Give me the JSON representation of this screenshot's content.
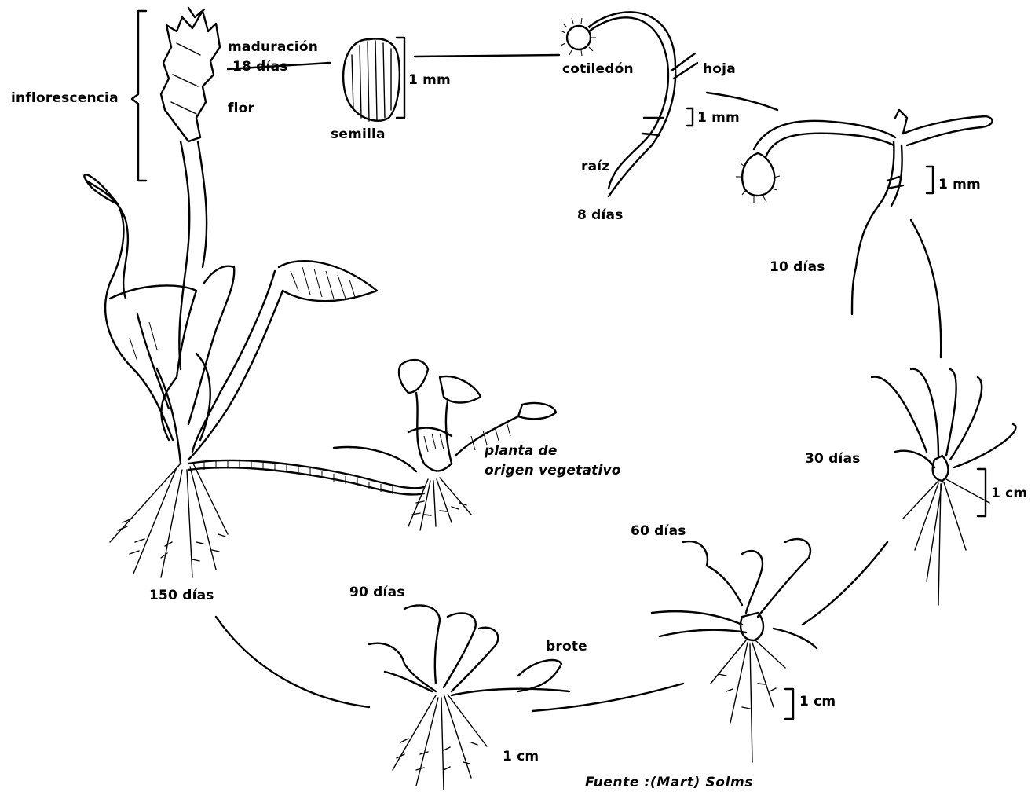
{
  "labels": {
    "inflorescencia": "inflorescencia",
    "maduracion": "maduración",
    "maduracion_days": "18 días",
    "flor": "flor",
    "semilla": "semilla",
    "semilla_scale": "1 mm",
    "cotiledon": "cotiledón",
    "hoja": "hoja",
    "stage8_scale": "1 mm",
    "raiz": "raíz",
    "day8": "8 días",
    "stage10_scale": "1 mm",
    "day10": "10 días",
    "day30": "30 días",
    "stage30_scale": "1 cm",
    "day60": "60 días",
    "stage60_scale": "1 cm",
    "planta_line1": "planta de",
    "planta_line2": "origen vegetativo",
    "day150": "150 días",
    "day90": "90 días",
    "brote": "brote",
    "stage90_scale": "1 cm",
    "source": "Fuente :(Mart) Solms"
  }
}
